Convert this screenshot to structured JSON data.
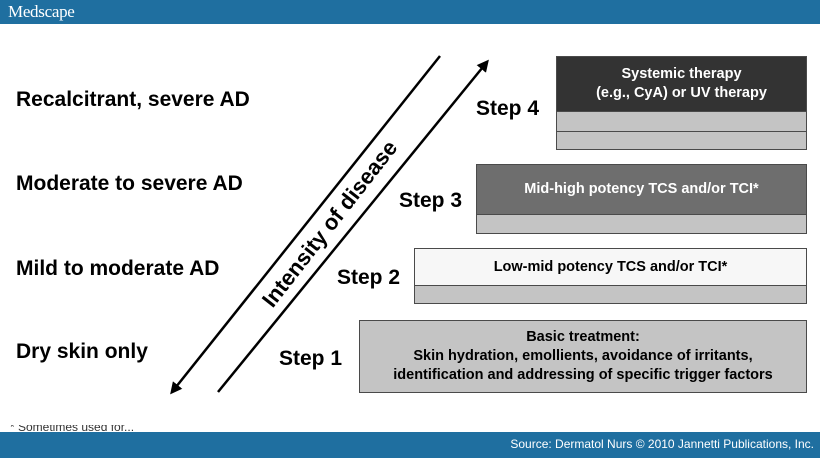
{
  "header": {
    "logo": "Medscape"
  },
  "footer": {
    "source": "Source: Dermatol Nurs © 2010 Jannetti Publications, Inc.",
    "cut_footnote": "* Sometimes used for..."
  },
  "diagram": {
    "axis_label": "Intensity of disease",
    "severities": [
      "Recalcitrant, severe AD",
      "Moderate to severe AD",
      "Mild to moderate AD",
      "Dry skin only"
    ],
    "steps": [
      {
        "label": "Step 4",
        "lines": [
          "Systemic therapy",
          "(e.g., CyA) or UV therapy"
        ],
        "color": "#333333"
      },
      {
        "label": "Step 3",
        "lines": [
          "Mid-high potency TCS and/or TCI*"
        ],
        "color": "#6e6e6e"
      },
      {
        "label": "Step 2",
        "lines": [
          "Low-mid potency TCS and/or TCI*"
        ],
        "color": "#f7f7f7"
      },
      {
        "label": "Step 1",
        "lines": [
          "Basic treatment:",
          "Skin hydration, emollients, avoidance of irritants,",
          "identification and addressing of specific trigger factors"
        ],
        "color": "#c4c4c4"
      }
    ]
  }
}
